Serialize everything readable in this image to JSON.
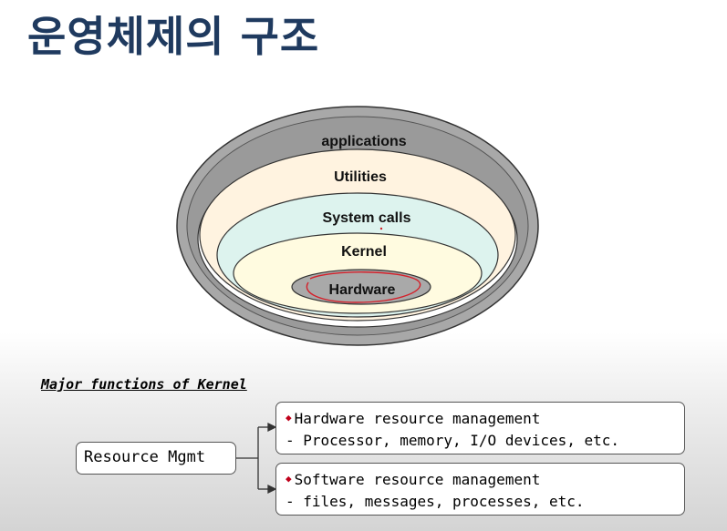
{
  "slide": {
    "title": "운영체제의 구조"
  },
  "diagram": {
    "layers": [
      {
        "name": "applications",
        "color": "#a8a8a8"
      },
      {
        "name": "Utilities",
        "color": "#fff3e0"
      },
      {
        "name": "System calls",
        "color": "#ddf3ee"
      },
      {
        "name": "Kernel",
        "color": "#fffbe0"
      },
      {
        "name": "Hardware",
        "color": "#a9a9a9"
      }
    ]
  },
  "kernel_functions": {
    "heading": "Major functions of Kernel",
    "root": "Resource Mgmt",
    "bullet": "◆",
    "items": [
      {
        "title": "Hardware resource management",
        "detail": "- Processor, memory, I/O devices, etc."
      },
      {
        "title": "Software resource management",
        "detail": "- files, messages, processes, etc."
      }
    ]
  }
}
